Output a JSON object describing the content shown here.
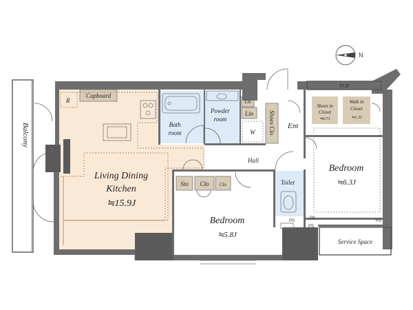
{
  "rooms": {
    "ldk_line1": "Living Dining",
    "ldk_line2": "Kitchen",
    "ldk_area": "≒15.9J",
    "bath_line1": "Bath",
    "bath_line2": "room",
    "powder_line1": "Powder",
    "powder_line2": "room",
    "bedroom1": "Bedroom",
    "bedroom1_area": "≒6.3J",
    "bedroom2": "Bedroom",
    "bedroom2_area": "≒5.8J",
    "toilet": "Toilet",
    "hall": "Hall",
    "ent": "Ent",
    "balcony": "Balcony",
    "service_space": "Service Space",
    "shoes_clo": "Shoes Clo",
    "shoes_in_closet_1": "Shoes in",
    "shoes_in_closet_2": "Closet",
    "shoes_in_closet_area": "≒0.7J",
    "walk_in_closet_1": "Walk in",
    "walk_in_closet_2": "Closet",
    "walk_in_closet_area": "≒1.3J"
  },
  "labels": {
    "cupboard": "Cupboard",
    "fridge": "R",
    "vcd": "VCD",
    "lin1": "Lin",
    "lin2": "Lin",
    "washer": "W",
    "sto": "Sto",
    "clo1": "Clo",
    "clo2": "Clo",
    "ps1": "PS",
    "ps2": "PS",
    "ps3": "PS",
    "ps4": "PS",
    "compass_n": "N"
  },
  "colors": {
    "ldk_fill": "#fbe9d7",
    "bath_fill": "#dcebf7",
    "storage_fill": "#d9ccb6",
    "wall": "#6d6d6d"
  }
}
